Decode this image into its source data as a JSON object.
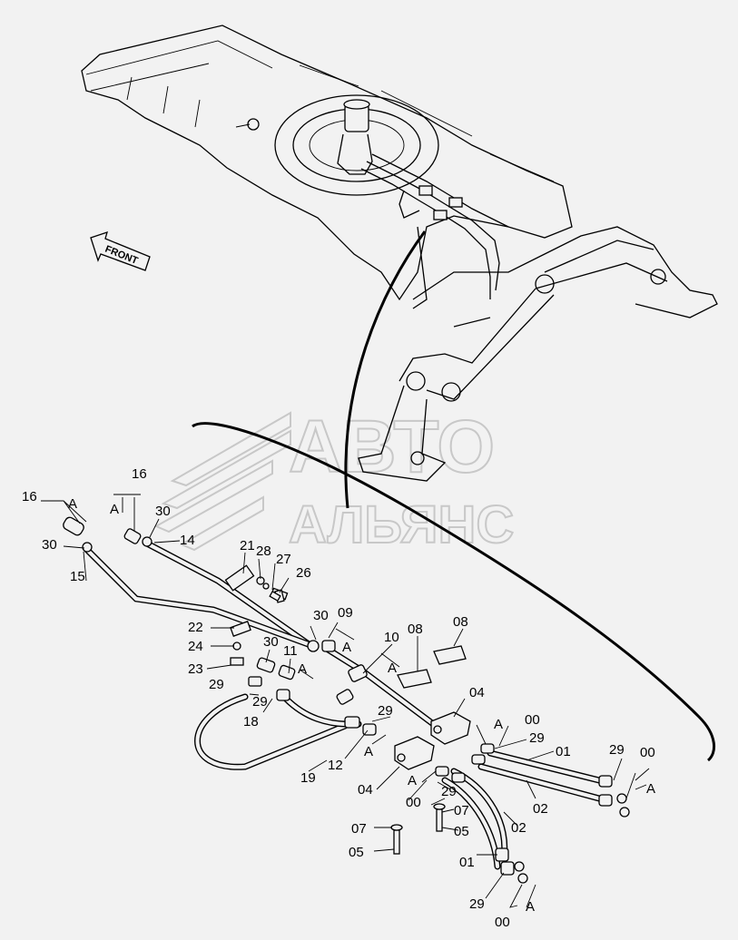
{
  "watermark": {
    "line1": "АВТО",
    "line2": "АЛЬЯНС"
  },
  "front_arrow_label": "FRONT",
  "callouts": {
    "c16a": "16",
    "c16b": "16",
    "cA1": "A",
    "cA2": "A",
    "c30a": "30",
    "c30b": "30",
    "c15": "15",
    "c14": "14",
    "c21": "21",
    "c28": "28",
    "c27": "27",
    "c26": "26",
    "c22": "22",
    "c24": "24",
    "c23": "23",
    "c29a": "29",
    "c29b": "29",
    "c30c": "30",
    "c30d": "30",
    "c09": "09",
    "cA3": "A",
    "c11": "11",
    "cA4": "A",
    "c10": "10",
    "cA5": "A",
    "c08a": "08",
    "c08b": "08",
    "c04a": "04",
    "c18": "18",
    "c29c": "29",
    "c12": "12",
    "cA6": "A",
    "c19": "19",
    "c04b": "04",
    "cA7": "A",
    "c00a": "00",
    "c29d": "29",
    "c07a": "07",
    "c05a": "05",
    "c07b": "07",
    "c05b": "05",
    "c00b": "00",
    "c29e": "29",
    "cA8": "A",
    "c01a": "01",
    "c02a": "02",
    "c29f": "29",
    "c00c": "00",
    "cA9": "A",
    "c02b": "02",
    "c01b": "01",
    "c29g": "29",
    "c00d": "00",
    "cA10": "A"
  }
}
